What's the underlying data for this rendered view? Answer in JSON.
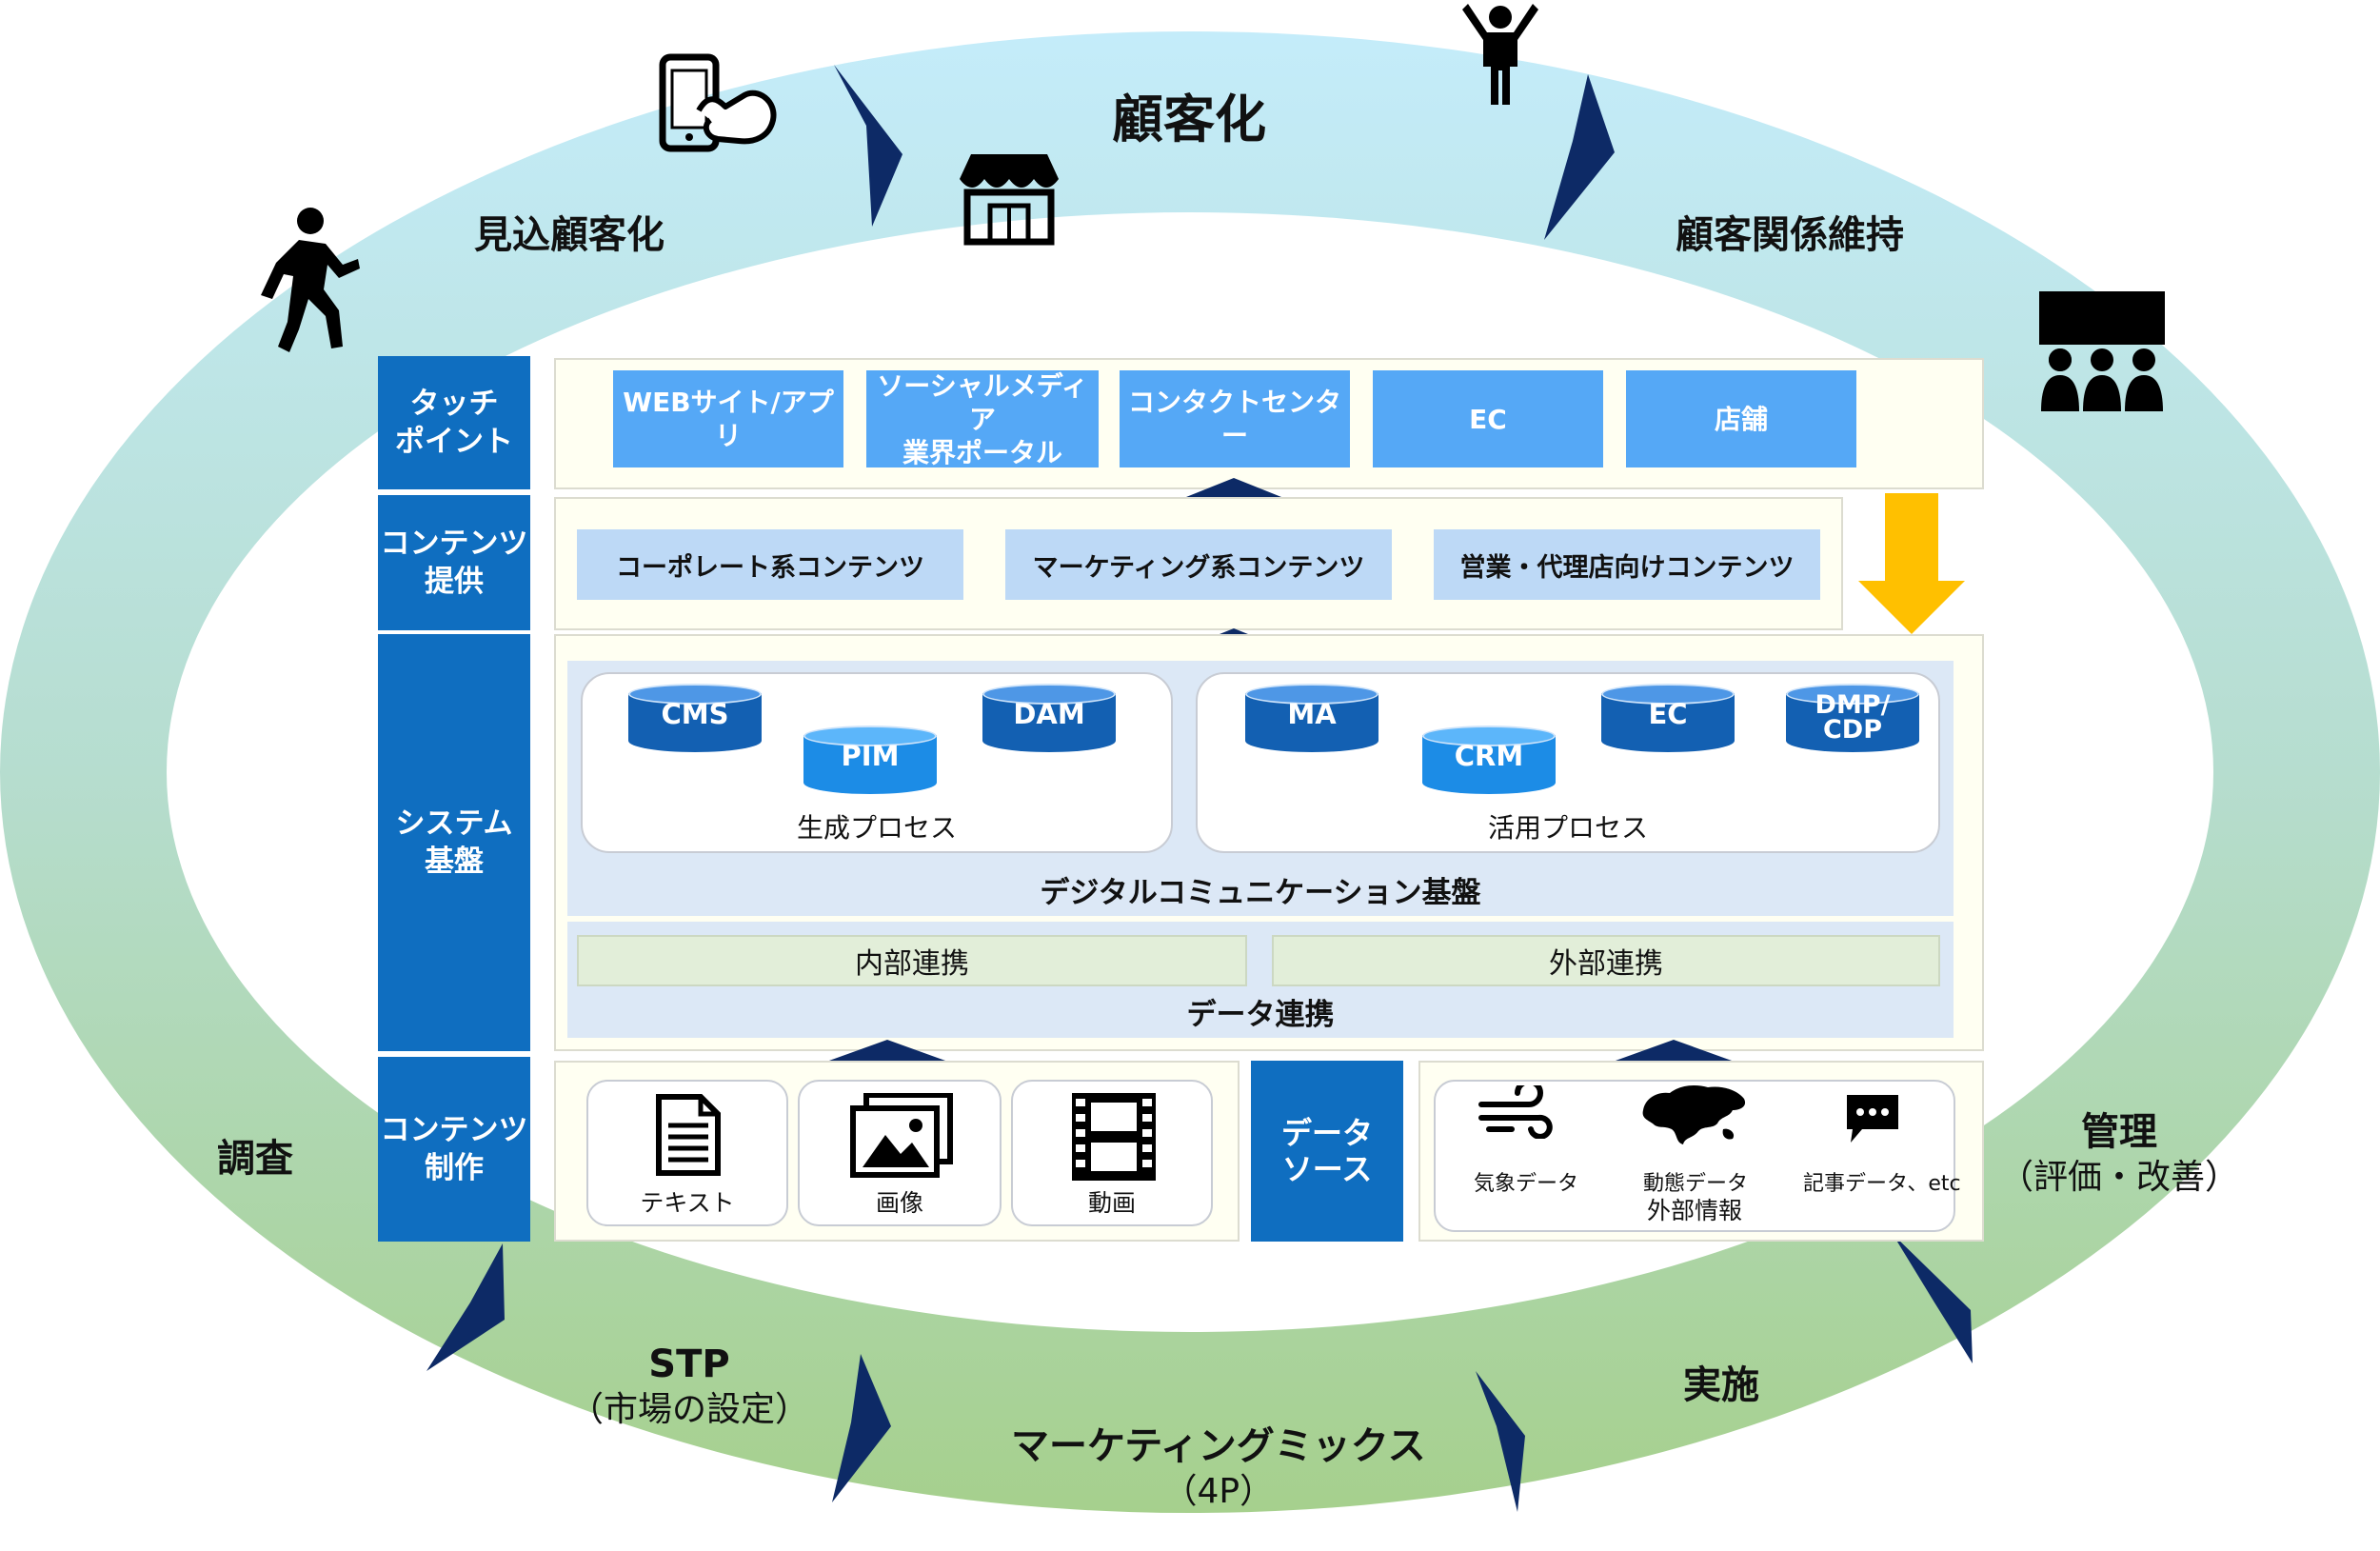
{
  "cycle": {
    "top": "顧客化",
    "top_left": "見込顧客化",
    "top_right": "顧客関係維持",
    "left": "調査",
    "right": "管理",
    "right_sub": "（評価・改善）",
    "bottom_left": "STP",
    "bottom_left_sub": "（市場の設定）",
    "bottom": "マーケティングミックス",
    "bottom_sub": "（4P）",
    "bottom_right": "実施"
  },
  "tabs": {
    "touchpoint": [
      "タッチ",
      "ポイント"
    ],
    "content_provision": [
      "コンテンツ",
      "提供"
    ],
    "system": [
      "システム",
      "基盤"
    ],
    "content_creation": [
      "コンテンツ",
      "制作"
    ]
  },
  "touchpoints": [
    "WEBサイト/アプリ",
    "ソーシャルメディア",
    "業界ポータル",
    "コンタクトセンター",
    "EC",
    "店舗"
  ],
  "contents": [
    "コーポレート系コンテンツ",
    "マーケティング系コンテンツ",
    "営業・代理店向けコンテンツ"
  ],
  "generation": {
    "systems": [
      "CMS",
      "PIM",
      "DAM"
    ],
    "label": "生成プロセス"
  },
  "utilization": {
    "systems": [
      "MA",
      "CRM",
      "EC",
      "DMP/",
      "CDP"
    ],
    "label": "活用プロセス"
  },
  "digital_platform": "デジタルコミュニケーション基盤",
  "data_link": {
    "internal": "内部連携",
    "external": "外部連携",
    "label": "データ連携"
  },
  "content_types": [
    "テキスト",
    "画像",
    "動画"
  ],
  "data_source": [
    "データ",
    "ソース"
  ],
  "external": {
    "items": [
      "気象データ",
      "動態データ",
      "記事データ、etc"
    ],
    "label": "外部情報"
  },
  "colors": {
    "tab_blue": "#0F6EC0",
    "touchpoint_blue": "#55A8F6",
    "content_blue": "#BDD9F6",
    "navy": "#0D2A66",
    "gold": "#FFC000",
    "ring_top": "#C4ECFA",
    "ring_bottom": "#A6D08D"
  },
  "icons": [
    "touch-phone-icon",
    "shop-icon",
    "cheering-person-icon",
    "running-person-icon",
    "audience-icon",
    "document-icon",
    "image-icon",
    "film-icon",
    "wind-icon",
    "world-map-icon",
    "chat-icon"
  ]
}
